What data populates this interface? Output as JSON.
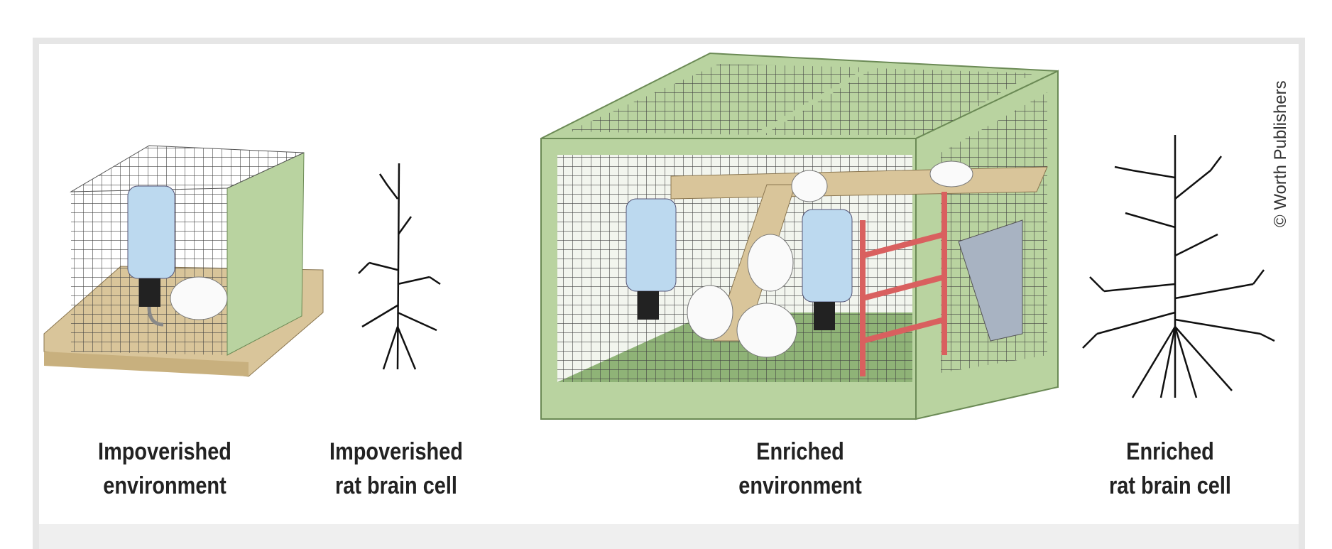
{
  "labels": [
    {
      "line1": "Impoverished",
      "line2": "environment"
    },
    {
      "line1": "Impoverished",
      "line2": "rat brain cell"
    },
    {
      "line1": "Enriched",
      "line2": "environment"
    },
    {
      "line1": "Enriched",
      "line2": "rat brain cell"
    }
  ],
  "copyright": "© Worth Publishers",
  "colors": {
    "cage_green": "#b9d3a0",
    "floor_tan": "#d9c59a",
    "bottle_blue": "#bcd9ef",
    "ladder_red": "#d9605f"
  }
}
